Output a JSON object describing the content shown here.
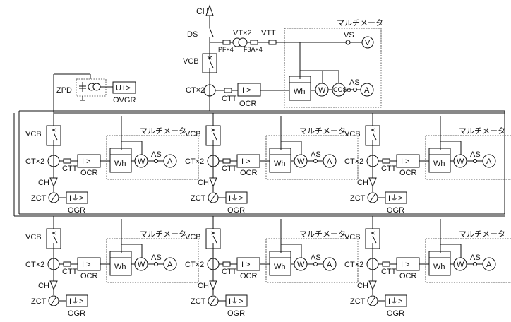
{
  "top": {
    "ch": "CH",
    "ds": "DS",
    "vt": "VT×2",
    "pf": "PF×4",
    "f3a": "F3A×4",
    "vtt": "VTT",
    "vcb": "VCB",
    "ct": "CT×2",
    "ctt": "CTT",
    "ocr": "OCR",
    "relay": "I >"
  },
  "zpd": {
    "label": "ZPD",
    "relay": "U+>",
    "ovgr": "OVGR"
  },
  "main_meter": {
    "title": "マルチメータ",
    "vs": "VS",
    "v": "V",
    "wh": "Wh",
    "w": "W",
    "cos": "COSφ",
    "as": "AS",
    "a": "A"
  },
  "feeder_labels": {
    "vcb": "VCB",
    "ct": "CT×2",
    "ctt": "CTT",
    "ocr": "OCR",
    "relay": "I >",
    "ch": "CH",
    "zct": "ZCT",
    "ogr_relay": "I⏚>",
    "ogr": "OGR",
    "meter_title": "マルチメータ",
    "wh": "Wh",
    "w": "W",
    "as": "AS",
    "a": "A"
  }
}
